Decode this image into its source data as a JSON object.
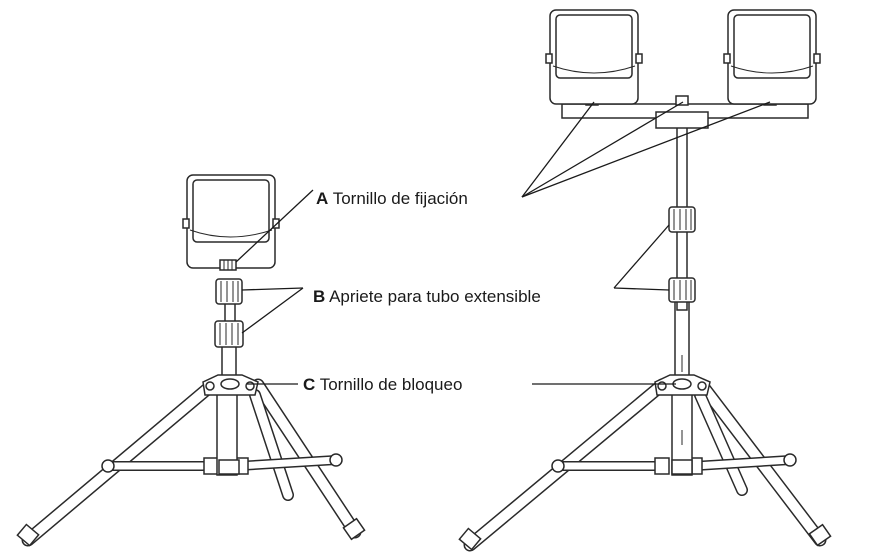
{
  "labels": {
    "a": {
      "letter": "A",
      "text": "Tornillo de fijación"
    },
    "b": {
      "letter": "B",
      "text": "Apriete para tubo extensible"
    },
    "c": {
      "letter": "C",
      "text": "Tornillo de bloqueo"
    }
  }
}
